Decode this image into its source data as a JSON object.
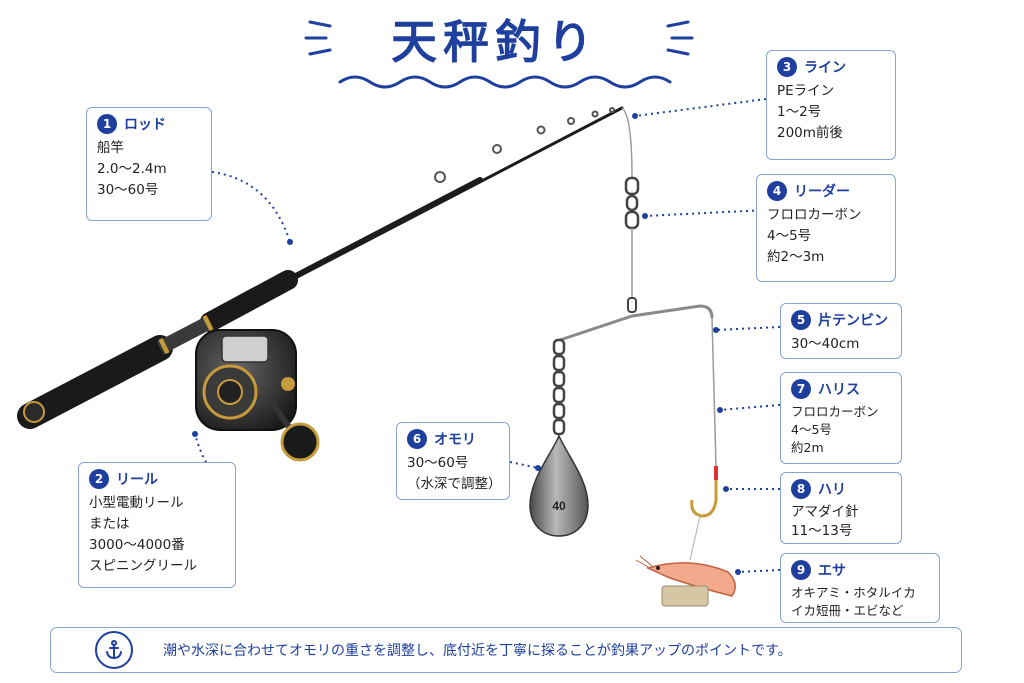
{
  "title": "天秤釣り",
  "parts": [
    {
      "num": "1",
      "name": "ロッド",
      "lines": [
        "船竿",
        "2.0～2.4m",
        "30～60号"
      ]
    },
    {
      "num": "2",
      "name": "リール",
      "lines": [
        "小型電動リール",
        "または",
        "3000～4000番",
        "スピニングリール"
      ]
    },
    {
      "num": "3",
      "name": "ライン",
      "lines": [
        "PEライン",
        "1～2号",
        "200m前後"
      ]
    },
    {
      "num": "4",
      "name": "リーダー",
      "lines": [
        "フロロカーボン",
        "4～5号",
        "約2～3m"
      ]
    },
    {
      "num": "5",
      "name": "片テンビン",
      "lines": [
        "30～40cm"
      ]
    },
    {
      "num": "6",
      "name": "オモリ",
      "lines": [
        "30～60号",
        "（水深で調整）"
      ]
    },
    {
      "num": "7",
      "name": "ハリス",
      "lines": [
        "フロロカーボン",
        "4～5号",
        "約2m"
      ]
    },
    {
      "num": "8",
      "name": "ハリ",
      "lines": [
        "アマダイ針",
        "11～13号"
      ]
    },
    {
      "num": "9",
      "name": "エサ",
      "lines": [
        "オキアミ・ホタルイカ",
        "イカ短冊・エビなど"
      ]
    }
  ],
  "sinker_label": "40",
  "footer": {
    "icon": "anchor-icon",
    "text": "潮や水深に合わせてオモリの重さを調整し、底付近を丁寧に探ることが釣果アップのポイントです。"
  },
  "colors": {
    "accent": "#1f3f9e",
    "border": "#8aa3d6",
    "rod": "#1c1c1c",
    "gold": "#c79a3a"
  }
}
